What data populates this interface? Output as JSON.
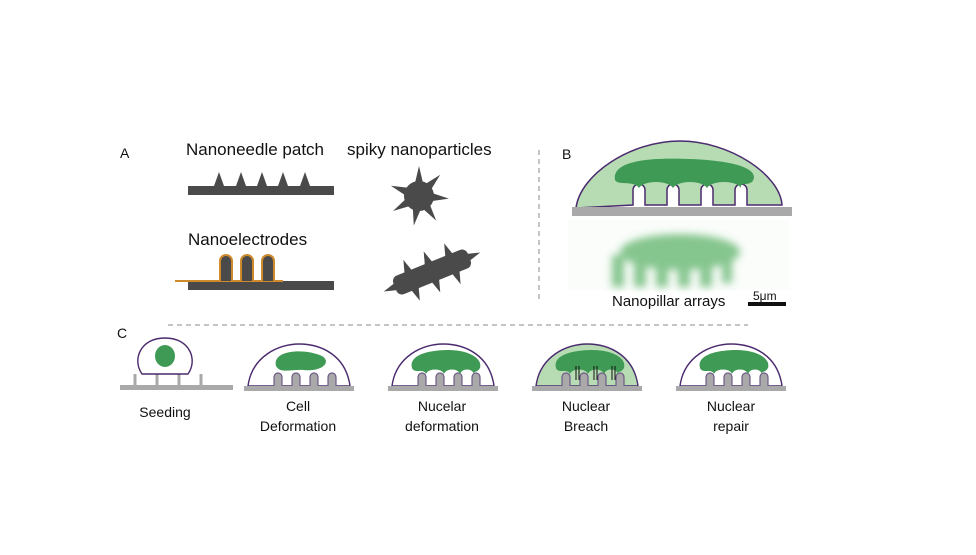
{
  "panels": {
    "a": {
      "letter": "A",
      "nanoneedle_label": "Nanoneedle patch",
      "spiky_label": "spiky nanoparticles",
      "nanoelectrodes_label": "Nanoelectrodes"
    },
    "b": {
      "letter": "B",
      "caption": "Nanopillar arrays",
      "scale_bar": "5μm"
    },
    "c": {
      "letter": "C",
      "stages": [
        {
          "line1": "Seeding",
          "line2": ""
        },
        {
          "line1": "Cell",
          "line2": "Deformation"
        },
        {
          "line1": "Nucelar",
          "line2": "deformation"
        },
        {
          "line1": "Nuclear",
          "line2": "Breach"
        },
        {
          "line1": "Nuclear",
          "line2": "repair"
        }
      ]
    }
  },
  "colors": {
    "substrate_dark": "#4a4a4a",
    "substrate_light": "#a9a9a9",
    "electrode_coat": "#d08a2e",
    "nucleus": "#3f9a55",
    "cytoplasm_green": "#b7dcb4",
    "membrane": "#4b2a6e"
  }
}
